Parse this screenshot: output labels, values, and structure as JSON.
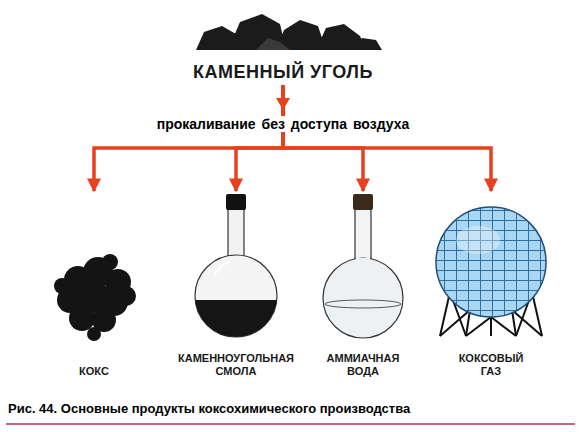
{
  "diagram": {
    "title": "КАМЕННЫЙ УГОЛЬ",
    "caption": "Рис. 44. Основные продукты коксохимического производства",
    "nodes": [
      {
        "text": [
          "КАМЕННЫЙ УГОЛЬ"
        ]
      },
      {
        "text": [
          "КОКС"
        ]
      },
      {
        "text": [
          "КАМЕННОУГОЛЬНАЯ СМОЛА"
        ]
      },
      {
        "text": [
          "АММИАЧНАЯ ВОДА"
        ]
      },
      {
        "text": [
          "КОКСОВЫЙ ГАЗ"
        ]
      }
    ],
    "edges": [
      {
        "from": 0,
        "to": 1,
        "arrow": "to"
      },
      {
        "from": 0,
        "to": 2,
        "arrow": "to"
      },
      {
        "from": 0,
        "to": 3,
        "arrow": "to"
      },
      {
        "from": 0,
        "to": 4,
        "arrow": "to"
      }
    ],
    "labels": [
      "прокаливание без доступа воздуха"
    ]
  }
}
